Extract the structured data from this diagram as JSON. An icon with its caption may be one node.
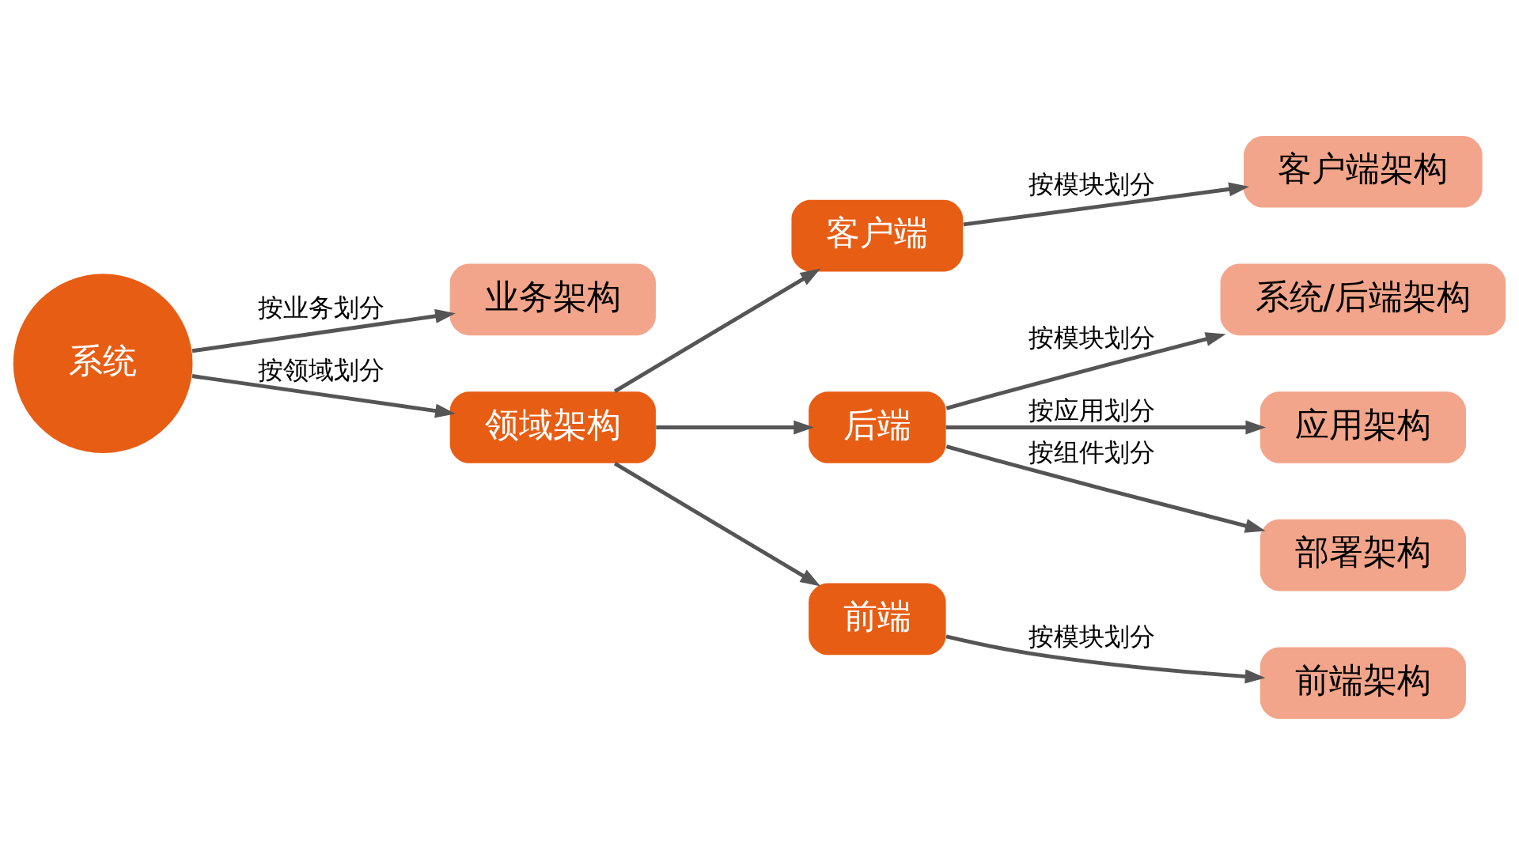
{
  "diagram": {
    "nodes": [
      {
        "text": [
          "系统"
        ]
      },
      {
        "text": [
          "业务架构"
        ]
      },
      {
        "text": [
          "领域架构"
        ]
      },
      {
        "text": [
          "客户端"
        ]
      },
      {
        "text": [
          "后端"
        ]
      },
      {
        "text": [
          "前端"
        ]
      },
      {
        "text": [
          "客户端架构"
        ]
      },
      {
        "text": [
          "系统/后端架构"
        ]
      },
      {
        "text": [
          "应用架构"
        ]
      },
      {
        "text": [
          "部署架构"
        ]
      },
      {
        "text": [
          "前端架构"
        ]
      }
    ],
    "edges": [
      {
        "from": 0,
        "to": 1,
        "arrow": "to",
        "label": "按业务划分"
      },
      {
        "from": 0,
        "to": 2,
        "arrow": "to",
        "label": "按领域划分"
      },
      {
        "from": 2,
        "to": 3,
        "arrow": "to"
      },
      {
        "from": 2,
        "to": 4,
        "arrow": "to"
      },
      {
        "from": 2,
        "to": 5,
        "arrow": "to"
      },
      {
        "from": 3,
        "to": 6,
        "arrow": "to",
        "label": "按模块划分"
      },
      {
        "from": 4,
        "to": 7,
        "arrow": "to",
        "label": "按模块划分"
      },
      {
        "from": 4,
        "to": 8,
        "arrow": "to",
        "label": "按应用划分"
      },
      {
        "from": 4,
        "to": 9,
        "arrow": "to",
        "label": "按组件划分"
      },
      {
        "from": 5,
        "to": 10,
        "arrow": "to",
        "label": "按模块划分"
      }
    ]
  }
}
